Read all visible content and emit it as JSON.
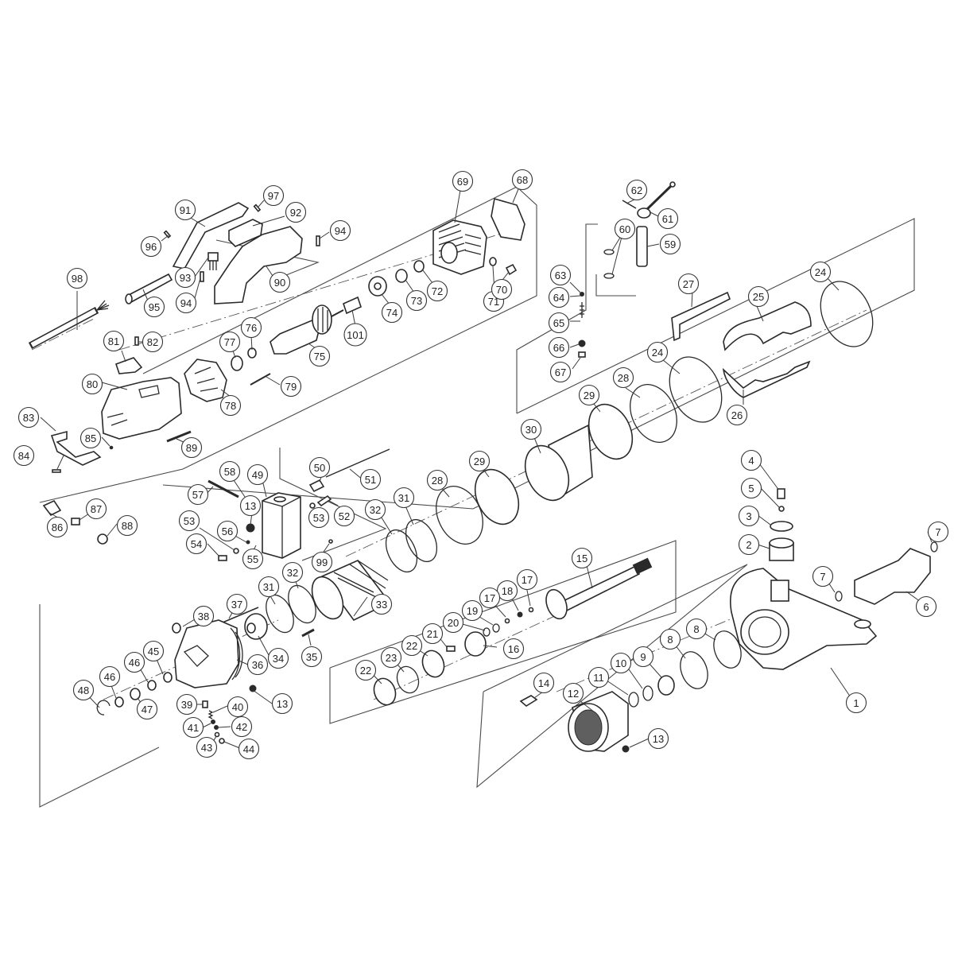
{
  "diagram": {
    "type": "exploded-parts-view",
    "callouts": [
      {
        "id": "c91",
        "label": "91"
      },
      {
        "id": "c97",
        "label": "97"
      },
      {
        "id": "c92",
        "label": "92"
      },
      {
        "id": "c94a",
        "label": "94"
      },
      {
        "id": "c96",
        "label": "96"
      },
      {
        "id": "c93",
        "label": "93"
      },
      {
        "id": "c94b",
        "label": "94"
      },
      {
        "id": "c90",
        "label": "90"
      },
      {
        "id": "c98",
        "label": "98"
      },
      {
        "id": "c95",
        "label": "95"
      },
      {
        "id": "c81",
        "label": "81"
      },
      {
        "id": "c82",
        "label": "82"
      },
      {
        "id": "c77",
        "label": "77"
      },
      {
        "id": "c76",
        "label": "76"
      },
      {
        "id": "c75",
        "label": "75"
      },
      {
        "id": "c101",
        "label": "101"
      },
      {
        "id": "c74",
        "label": "74"
      },
      {
        "id": "c73",
        "label": "73"
      },
      {
        "id": "c72",
        "label": "72"
      },
      {
        "id": "c69",
        "label": "69"
      },
      {
        "id": "c68",
        "label": "68"
      },
      {
        "id": "c71",
        "label": "71"
      },
      {
        "id": "c70",
        "label": "70"
      },
      {
        "id": "c80",
        "label": "80"
      },
      {
        "id": "c78",
        "label": "78"
      },
      {
        "id": "c79",
        "label": "79"
      },
      {
        "id": "c83",
        "label": "83"
      },
      {
        "id": "c85",
        "label": "85"
      },
      {
        "id": "c84",
        "label": "84"
      },
      {
        "id": "c89",
        "label": "89"
      },
      {
        "id": "c62",
        "label": "62"
      },
      {
        "id": "c61",
        "label": "61"
      },
      {
        "id": "c60",
        "label": "60"
      },
      {
        "id": "c59",
        "label": "59"
      },
      {
        "id": "c63",
        "label": "63"
      },
      {
        "id": "c64",
        "label": "64"
      },
      {
        "id": "c65",
        "label": "65"
      },
      {
        "id": "c66",
        "label": "66"
      },
      {
        "id": "c67",
        "label": "67"
      },
      {
        "id": "c27",
        "label": "27"
      },
      {
        "id": "c25",
        "label": "25"
      },
      {
        "id": "c24a",
        "label": "24"
      },
      {
        "id": "c24b",
        "label": "24"
      },
      {
        "id": "c26",
        "label": "26"
      },
      {
        "id": "c28a",
        "label": "28"
      },
      {
        "id": "c29a",
        "label": "29"
      },
      {
        "id": "c30",
        "label": "30"
      },
      {
        "id": "c29b",
        "label": "29"
      },
      {
        "id": "c28b",
        "label": "28"
      },
      {
        "id": "c31a",
        "label": "31"
      },
      {
        "id": "c32a",
        "label": "32"
      },
      {
        "id": "c51",
        "label": "51"
      },
      {
        "id": "c50",
        "label": "50"
      },
      {
        "id": "c58",
        "label": "58"
      },
      {
        "id": "c49",
        "label": "49"
      },
      {
        "id": "c57",
        "label": "57"
      },
      {
        "id": "c13a",
        "label": "13"
      },
      {
        "id": "c53a",
        "label": "53"
      },
      {
        "id": "c52",
        "label": "52"
      },
      {
        "id": "c53b",
        "label": "53"
      },
      {
        "id": "c56",
        "label": "56"
      },
      {
        "id": "c54",
        "label": "54"
      },
      {
        "id": "c55",
        "label": "55"
      },
      {
        "id": "c99",
        "label": "99"
      },
      {
        "id": "c86",
        "label": "86"
      },
      {
        "id": "c87",
        "label": "87"
      },
      {
        "id": "c88",
        "label": "88"
      },
      {
        "id": "c4",
        "label": "4"
      },
      {
        "id": "c5",
        "label": "5"
      },
      {
        "id": "c3",
        "label": "3"
      },
      {
        "id": "c2",
        "label": "2"
      },
      {
        "id": "c7a",
        "label": "7"
      },
      {
        "id": "c7b",
        "label": "7"
      },
      {
        "id": "c6",
        "label": "6"
      },
      {
        "id": "c1",
        "label": "1"
      },
      {
        "id": "c15",
        "label": "15"
      },
      {
        "id": "c17a",
        "label": "17"
      },
      {
        "id": "c18",
        "label": "18"
      },
      {
        "id": "c17b",
        "label": "17"
      },
      {
        "id": "c19",
        "label": "19"
      },
      {
        "id": "c20",
        "label": "20"
      },
      {
        "id": "c21",
        "label": "21"
      },
      {
        "id": "c16",
        "label": "16"
      },
      {
        "id": "c22a",
        "label": "22"
      },
      {
        "id": "c23",
        "label": "23"
      },
      {
        "id": "c22b",
        "label": "22"
      },
      {
        "id": "c33",
        "label": "33"
      },
      {
        "id": "c31b",
        "label": "31"
      },
      {
        "id": "c32b",
        "label": "32"
      },
      {
        "id": "c37",
        "label": "37"
      },
      {
        "id": "c38",
        "label": "38"
      },
      {
        "id": "c34",
        "label": "34"
      },
      {
        "id": "c35",
        "label": "35"
      },
      {
        "id": "c36",
        "label": "36"
      },
      {
        "id": "c45",
        "label": "45"
      },
      {
        "id": "c46a",
        "label": "46"
      },
      {
        "id": "c46b",
        "label": "46"
      },
      {
        "id": "c47",
        "label": "47"
      },
      {
        "id": "c48",
        "label": "48"
      },
      {
        "id": "c13b",
        "label": "13"
      },
      {
        "id": "c39",
        "label": "39"
      },
      {
        "id": "c40",
        "label": "40"
      },
      {
        "id": "c41",
        "label": "41"
      },
      {
        "id": "c42",
        "label": "42"
      },
      {
        "id": "c43",
        "label": "43"
      },
      {
        "id": "c44",
        "label": "44"
      },
      {
        "id": "c8a",
        "label": "8"
      },
      {
        "id": "c8b",
        "label": "8"
      },
      {
        "id": "c9",
        "label": "9"
      },
      {
        "id": "c10",
        "label": "10"
      },
      {
        "id": "c11",
        "label": "11"
      },
      {
        "id": "c14",
        "label": "14"
      },
      {
        "id": "c12",
        "label": "12"
      },
      {
        "id": "c13c",
        "label": "13"
      }
    ]
  }
}
